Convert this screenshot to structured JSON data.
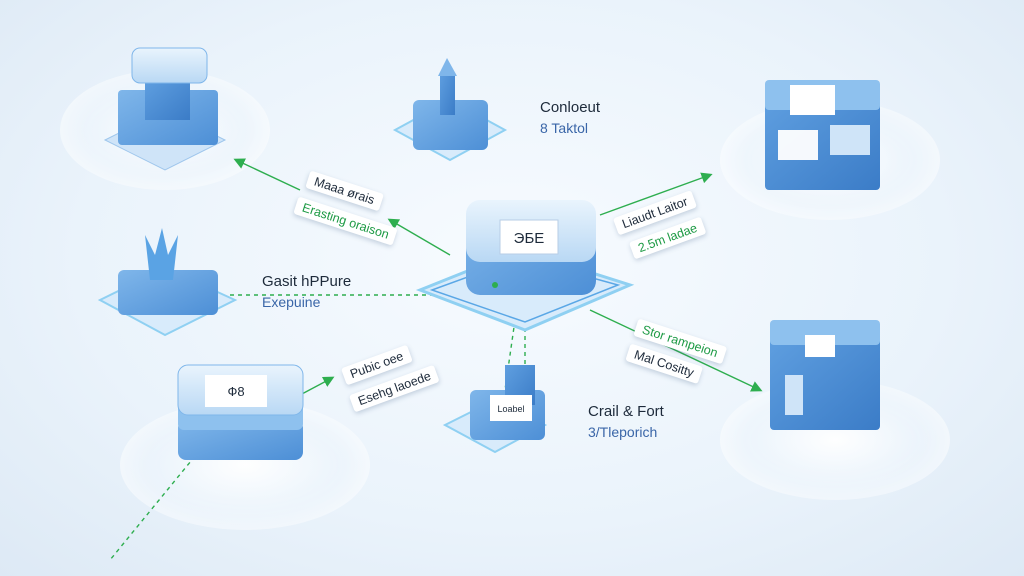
{
  "nodes": {
    "hub": {
      "label": "ЭБЕ"
    },
    "top_left": {},
    "top_mid": {},
    "top_right": {},
    "mid_left": {},
    "bottom_left": {
      "label": "Ф8"
    },
    "bottom_mid": {
      "label": "Loabel"
    },
    "bottom_right": {}
  },
  "captions": {
    "top_mid": {
      "title": "Conloeut",
      "subtitle": "8 Taktol"
    },
    "mid_left": {
      "title": "Gasit hPPure",
      "subtitle": "Exepuine"
    },
    "bottom_mid": {
      "title": "Crail & Fort",
      "subtitle": "3/Tleporich"
    }
  },
  "edge_labels": {
    "top_left_1": "Maaa ørais",
    "top_left_2": "Erasting oraison",
    "bottom_left_1": "Pubic oee",
    "bottom_left_2": "Esehg laoede",
    "top_right_1": "Liaudt Laitor",
    "top_right_2": "2.5m ladae",
    "bottom_right_1": "Stor rampeion",
    "bottom_right_2": "Mal Cositty"
  },
  "colors": {
    "accent_green": "#2eae4f",
    "node_blue": "#6aa8e6",
    "node_light": "#cfe4f8",
    "glow": "#8fd0f2"
  }
}
